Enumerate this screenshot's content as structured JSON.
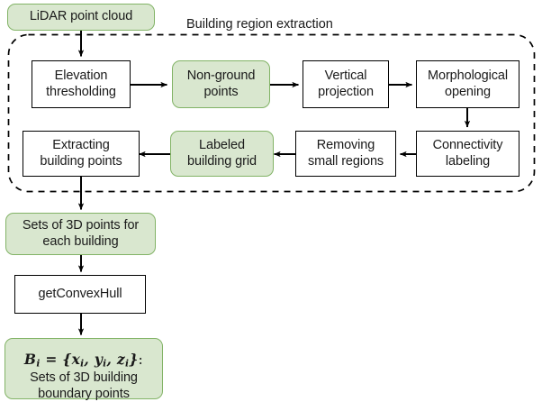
{
  "figure": {
    "type": "flowchart",
    "title_group": "Building region extraction",
    "background": "#ffffff",
    "accent_fill": "#d9e7cf",
    "accent_border": "#82b366",
    "process_border": "#000000"
  },
  "nodes": {
    "lidar": {
      "label": "LiDAR point cloud",
      "kind": "data"
    },
    "elevation": {
      "label": "Elevation\nthresholding",
      "kind": "process"
    },
    "nonground": {
      "label": "Non-ground\npoints",
      "kind": "data"
    },
    "vertical": {
      "label": "Vertical\nprojection",
      "kind": "process"
    },
    "morph": {
      "label": "Morphological\nopening",
      "kind": "process"
    },
    "connectivity": {
      "label": "Connectivity\nlabeling",
      "kind": "process"
    },
    "removing": {
      "label": "Removing\nsmall regions",
      "kind": "process"
    },
    "labeledgrid": {
      "label": "Labeled\nbuilding grid",
      "kind": "data"
    },
    "extracting": {
      "label": "Extracting\nbuilding points",
      "kind": "process"
    },
    "sets3d": {
      "label": "Sets of 3D points for\neach building",
      "kind": "data"
    },
    "convexhull": {
      "label": "getConvexHull",
      "kind": "process"
    },
    "final": {
      "formula_B": "B",
      "formula_Bsub": "i",
      "formula_eq": " = {",
      "formula_x": "x",
      "formula_xsub": "i",
      "formula_c1": ", ",
      "formula_y": "y",
      "formula_ysub": "i",
      "formula_c2": ", ",
      "formula_z": "z",
      "formula_zsub": "i",
      "formula_close": "}",
      "formula_colon": ":",
      "label_line2": "Sets of 3D building\nboundary points",
      "kind": "data"
    }
  }
}
